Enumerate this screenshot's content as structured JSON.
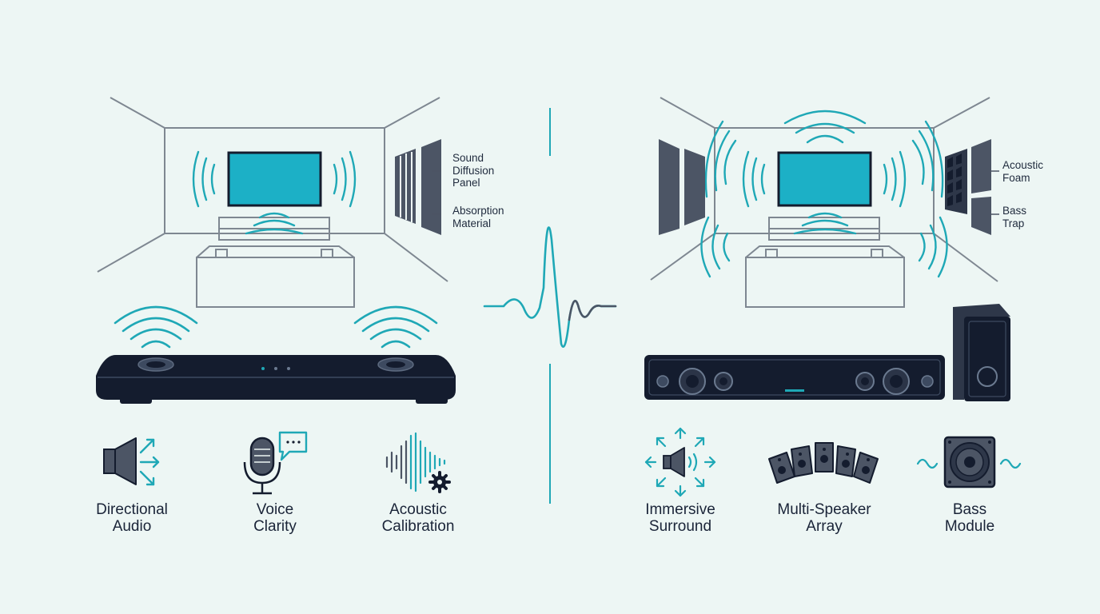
{
  "colors": {
    "background": "#edf6f4",
    "accent_teal": "#1fa8b6",
    "screen_teal": "#1cb0c6",
    "outline_gray": "#7e8791",
    "device_navy": "#141c2e",
    "panel_slate": "#4c5565"
  },
  "left_panel": {
    "callouts": [
      {
        "lines": [
          "Sound",
          "Diffusion",
          "Panel"
        ]
      },
      {
        "lines": [
          "Absorption",
          "Material"
        ]
      }
    ],
    "features": [
      {
        "icon": "directional-speaker-icon",
        "lines": [
          "Directional",
          "Audio"
        ]
      },
      {
        "icon": "microphone-speech-icon",
        "lines": [
          "Voice",
          "Clarity"
        ]
      },
      {
        "icon": "waveform-gear-icon",
        "lines": [
          "Acoustic",
          "Calibration"
        ]
      }
    ]
  },
  "right_panel": {
    "callouts": [
      {
        "lines": [
          "Acoustic",
          "Foam"
        ]
      },
      {
        "lines": [
          "Bass",
          "Trap"
        ]
      }
    ],
    "features": [
      {
        "icon": "surround-speaker-icon",
        "lines": [
          "Immersive",
          "Surround"
        ]
      },
      {
        "icon": "speaker-array-icon",
        "lines": [
          "Multi-Speaker",
          "Array"
        ]
      },
      {
        "icon": "subwoofer-icon",
        "lines": [
          "Bass",
          "Module"
        ]
      }
    ]
  }
}
